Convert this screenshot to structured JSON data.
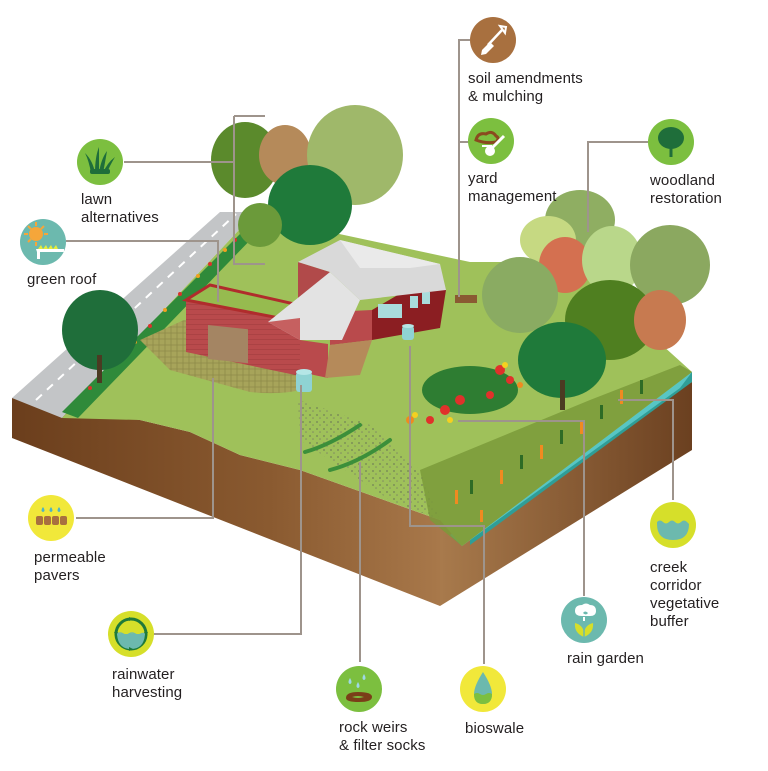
{
  "diagram": {
    "type": "isometric landscape infographic",
    "subject": "residential stormwater / green infrastructure practices",
    "colors": {
      "connector_line": "#9e948c",
      "soil_brown": "#7b4a22",
      "lawn_green": "#9fc15a",
      "creek_teal": "#4fbfbf",
      "brick_red": "#b5484a",
      "roof_gray": "#d9d9d9",
      "road_gray": "#bfc1c3",
      "icon_green": "#7cbf3f",
      "icon_yellow": "#f1e83a",
      "icon_teal": "#6cb9ae",
      "icon_brown": "#a8703f",
      "icon_lime": "#d6df2a"
    }
  },
  "callouts": [
    {
      "id": "soil",
      "label": "soil amendments\n& mulching",
      "icon": "shovel-icon",
      "icon_bg": "#a8703f"
    },
    {
      "id": "yard",
      "label": "yard\nmanagement",
      "icon": "compost-shovel-icon",
      "icon_bg": "#7cbf3f"
    },
    {
      "id": "woodland",
      "label": "woodland\nrestoration",
      "icon": "tree-icon",
      "icon_bg": "#7cbf3f"
    },
    {
      "id": "lawn",
      "label": "lawn\nalternatives",
      "icon": "grass-icon",
      "icon_bg": "#7cbf3f"
    },
    {
      "id": "greenroof",
      "label": "green roof",
      "icon": "sun-roof-icon",
      "icon_bg": "#6cb9ae"
    },
    {
      "id": "pavers",
      "label": "permeable\npavers",
      "icon": "pavers-drops-icon",
      "icon_bg": "#f1e83a"
    },
    {
      "id": "rainwater",
      "label": "rainwater\nharvesting",
      "icon": "water-cycle-icon",
      "icon_bg": "#d6df2a"
    },
    {
      "id": "rockweirs",
      "label": "rock weirs\n& filter socks",
      "icon": "rain-rock-icon",
      "icon_bg": "#7cbf3f"
    },
    {
      "id": "bioswale",
      "label": "bioswale",
      "icon": "water-drop-icon",
      "icon_bg": "#f1e83a"
    },
    {
      "id": "raingarden",
      "label": "rain garden",
      "icon": "cloud-plant-icon",
      "icon_bg": "#6cb9ae"
    },
    {
      "id": "creek",
      "label": "creek\ncorridor\nvegetative\nbuffer",
      "icon": "water-bowl-icon",
      "icon_bg": "#d6df2a"
    }
  ]
}
